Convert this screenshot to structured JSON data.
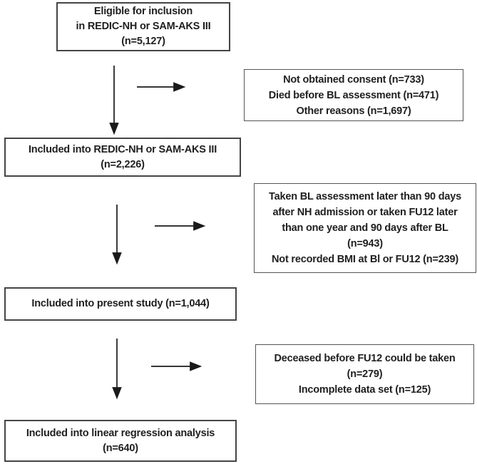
{
  "flowchart": {
    "main_boxes": [
      {
        "name": "eligible",
        "lines": [
          "Eligible for inclusion",
          "in REDIC-NH or SAM-AKS III",
          "(n=5,127)"
        ]
      },
      {
        "name": "included",
        "lines": [
          "Included into REDIC-NH or SAM-AKS III",
          "(n=2,226)"
        ]
      },
      {
        "name": "present-study",
        "lines": [
          "Included into present study (n=1,044)"
        ]
      },
      {
        "name": "regression",
        "lines": [
          "Included into linear regression analysis",
          "(n=640)"
        ]
      }
    ],
    "side_boxes": [
      {
        "name": "excluded-1",
        "lines": [
          "Not obtained consent (n=733)",
          "Died before BL assessment (n=471)",
          "Other reasons (n=1,697)"
        ]
      },
      {
        "name": "excluded-2",
        "lines": [
          "Taken BL assessment later than 90 days",
          "after NH admission or taken FU12 later",
          "than one year and 90 days after BL",
          "(n=943)",
          "Not recorded BMI at Bl or FU12 (n=239)"
        ]
      },
      {
        "name": "excluded-3",
        "lines": [
          "Deceased before FU12 could be taken",
          "(n=279)",
          "Incomplete data set (n=125)"
        ]
      }
    ],
    "colors": {
      "background": "#ffffff",
      "main_box_border": "#454545",
      "side_box_border": "#555555",
      "text": "#1f1f1f",
      "arrow": "#1a1a1a"
    }
  }
}
